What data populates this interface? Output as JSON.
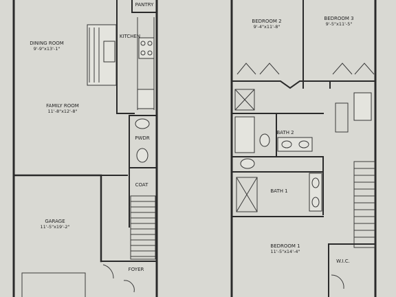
{
  "rooms": {
    "pantry": {
      "name": "PANTRY",
      "dims": ""
    },
    "kitchen": {
      "name": "KITCHEN",
      "dims": ""
    },
    "dining": {
      "name": "DINING ROOM",
      "dims": "9'-9\"x13'-1\""
    },
    "family": {
      "name": "FAMILY ROOM",
      "dims": "11'-8\"x12'-8\""
    },
    "powder": {
      "name": "PWDR",
      "dims": ""
    },
    "coat": {
      "name": "COAT",
      "dims": ""
    },
    "garage": {
      "name": "GARAGE",
      "dims": "11'-5\"x19'-2\""
    },
    "foyer": {
      "name": "FOYER",
      "dims": ""
    },
    "bedroom2": {
      "name": "BEDROOM 2",
      "dims": "9'-4\"x11'-8\""
    },
    "bedroom3": {
      "name": "BEDROOM 3",
      "dims": "9'-5\"x11'-5\""
    },
    "bath2": {
      "name": "BATH 2",
      "dims": ""
    },
    "bath1": {
      "name": "BATH 1",
      "dims": ""
    },
    "bedroom1": {
      "name": "BEDROOM 1",
      "dims": "11'-5\"x14'-4\""
    },
    "wic": {
      "name": "W.I.C.",
      "dims": ""
    }
  },
  "colors": {
    "paper": "#d9d9d3",
    "ink": "#2a2a2a"
  }
}
